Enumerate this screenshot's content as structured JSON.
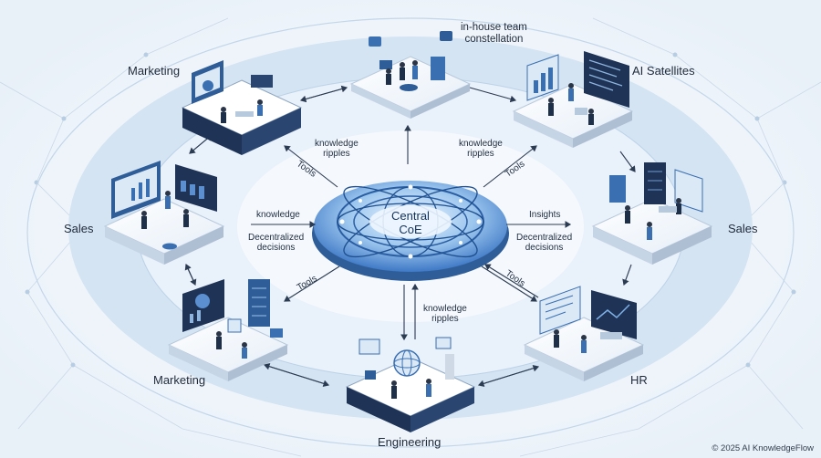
{
  "hub": {
    "line1": "Central",
    "line2": "CoE"
  },
  "nodes": {
    "top": "in-house team constellation",
    "top_line1": "in-house team",
    "top_line2": "constellation",
    "top_left": "Marketing",
    "top_right": "AI Satellites",
    "left": "Sales",
    "right": "Sales",
    "bottom_left": "Marketing",
    "bottom_right": "HR",
    "bottom": "Engineering"
  },
  "flows": {
    "ul_knowledge": "knowledge",
    "ul_ripples": "ripples",
    "ul_tools": "Tools",
    "ur_knowledge": "knowledge",
    "ur_ripples": "ripples",
    "ur_tools": "Tools",
    "left_knowledge": "knowledge",
    "left_decentralized": "Decentralized",
    "left_decisions": "decisions",
    "right_insights": "Insights",
    "right_decentralized": "Decentralized",
    "right_decisions": "decisions",
    "ll_tools": "Tools",
    "lr_tools": "Tools",
    "bottom_knowledge": "knowledge",
    "bottom_ripples": "ripples"
  },
  "footer": {
    "copyright": "© 2025 AI KnowledgeFlow"
  },
  "colors": {
    "ring_outer": "#c9dcec",
    "ring_inner": "#e4eef8",
    "hub": "#3f79c6",
    "platform_dark": "#1e3356",
    "platform_light": "#f6f9fd",
    "arrow": "#2b3b52"
  }
}
